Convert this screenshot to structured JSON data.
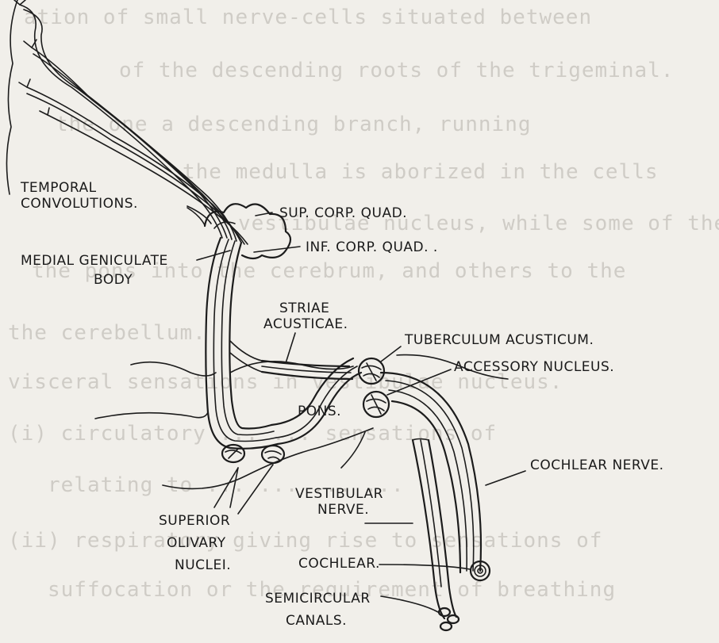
{
  "background_text": [
    "ation of small nerve-cells situated between",
    "of the descending roots of the trigeminal.",
    "  the one a descending branch, running",
    "the medulla is aborized in the cells",
    "vestibulae nucleus, while some of them",
    "the pons into the cerebrum, and others to the",
    "the cerebellum.",
    "visceral sensations in vestibulae nucleus.",
    "(i) circulatory ... ...   sensations of",
    "   relating to ... ... ... ...",
    "(ii) respiratory giving rise to sensations of",
    "   suffocation or the requirement of breathing"
  ],
  "labels": {
    "temporal_convolutions_1": "TEMPORAL",
    "temporal_convolutions_2": "CONVOLUTIONS.",
    "sup_corp_quad": "SUP. CORP. QUAD.",
    "inf_corp_quad": "INF. CORP. QUAD. .",
    "medial_geniculate_1": "MEDIAL GENICULATE",
    "medial_geniculate_2": "BODY",
    "striae_acusticae_1": "STRIAE",
    "striae_acusticae_2": "ACUSTICAE.",
    "tuberculum_acusticum": "TUBERCULUM ACUSTICUM.",
    "accessory_nucleus": "ACCESSORY NUCLEUS.",
    "pons": "PONS.",
    "cochlear_nerve": "COCHLEAR NERVE.",
    "vestibular_nerve_1": "VESTIBULAR",
    "vestibular_nerve_2": "NERVE.",
    "superior_olivary_1": "SUPERIOR",
    "superior_olivary_2": "OLIVARY",
    "superior_olivary_3": "NUCLEI.",
    "cochlear": "COCHLEAR.",
    "semicircular_canals_1": "SEMICIRCULAR",
    "semicircular_canals_2": "CANALS."
  },
  "colors": {
    "paper": "#f1efea",
    "ink": "#1c1c1c",
    "faded_text": "#cfccc6"
  }
}
